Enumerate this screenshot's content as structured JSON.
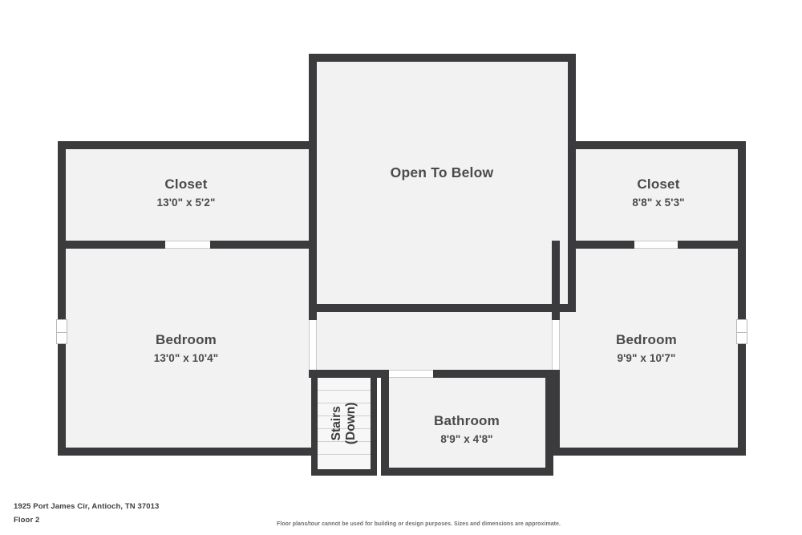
{
  "document": {
    "type": "floor-plan",
    "address": "1925 Port James Cir, Antioch, TN 37013",
    "floor_label": "Floor 2",
    "disclaimer": "Floor plans/tour cannot be used for building or design purposes. Sizes and dimensions are approximate.",
    "colors": {
      "wall": "#3b3b3d",
      "room_fill": "#f2f2f2",
      "background": "#ffffff",
      "text": "#4a4a4c",
      "step_line": "#cfcfcf"
    }
  },
  "rooms": [
    {
      "id": "closet-left",
      "name": "Closet",
      "dimensions": "13'0\" x 5'2\""
    },
    {
      "id": "bedroom-left",
      "name": "Bedroom",
      "dimensions": "13'0\" x 10'4\""
    },
    {
      "id": "open-to-below",
      "name": "Open To Below",
      "dimensions": ""
    },
    {
      "id": "closet-right",
      "name": "Closet",
      "dimensions": "8'8\" x 5'3\""
    },
    {
      "id": "bedroom-right",
      "name": "Bedroom",
      "dimensions": "9'9\" x 10'7\""
    },
    {
      "id": "bathroom",
      "name": "Bathroom",
      "dimensions": "8'9\" x 4'8\""
    },
    {
      "id": "stairs",
      "name": "Stairs",
      "dimensions": "(Down)"
    }
  ],
  "stairs": {
    "line1": "Stairs",
    "line2": "(Down)",
    "step_count": 7
  }
}
